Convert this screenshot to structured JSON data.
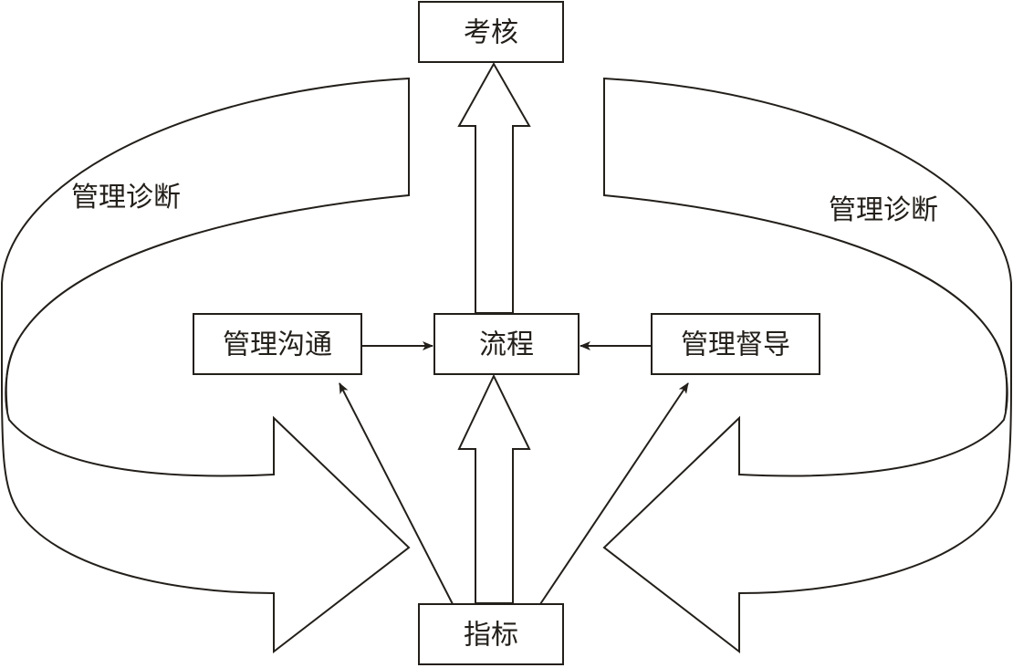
{
  "nodes": {
    "top": "考核",
    "center": "流程",
    "left": "管理沟通",
    "right": "管理督导",
    "bottom": "指标"
  },
  "loops": {
    "left_label": "管理诊断",
    "right_label": "管理诊断"
  },
  "colors": {
    "line": "#231f1a",
    "background": "#ffffff"
  }
}
